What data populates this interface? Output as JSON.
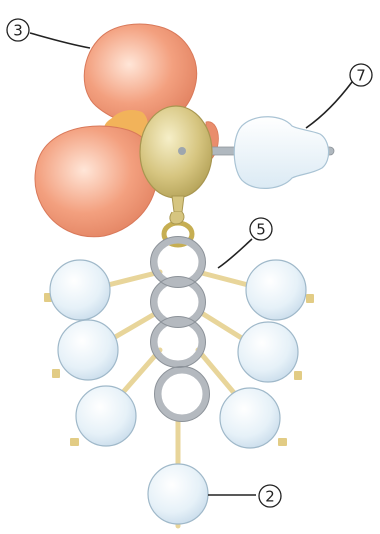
{
  "labels": {
    "l3": "3",
    "l5": "5",
    "l7": "7",
    "l2": "2"
  },
  "colors": {
    "background": "#ffffff",
    "petal": "#f0a080",
    "petal_dark": "#e07f5e",
    "petal_center_accent": "#f2b35a",
    "olive_body": "#d6c580",
    "olive_edge": "#a89650",
    "axle": "#b0b8bf",
    "light_shape": "#e8f2f8",
    "light_shape_edge": "#a9c3d4",
    "ring": "#b4b9bf",
    "ring_edge": "#8c9299",
    "ball": "#eaf3f9",
    "ball_edge": "#9fb8c9",
    "stick": "#e8d59a",
    "leader_line": "#222222"
  },
  "icons": {
    "label_shape": "circled-number"
  }
}
